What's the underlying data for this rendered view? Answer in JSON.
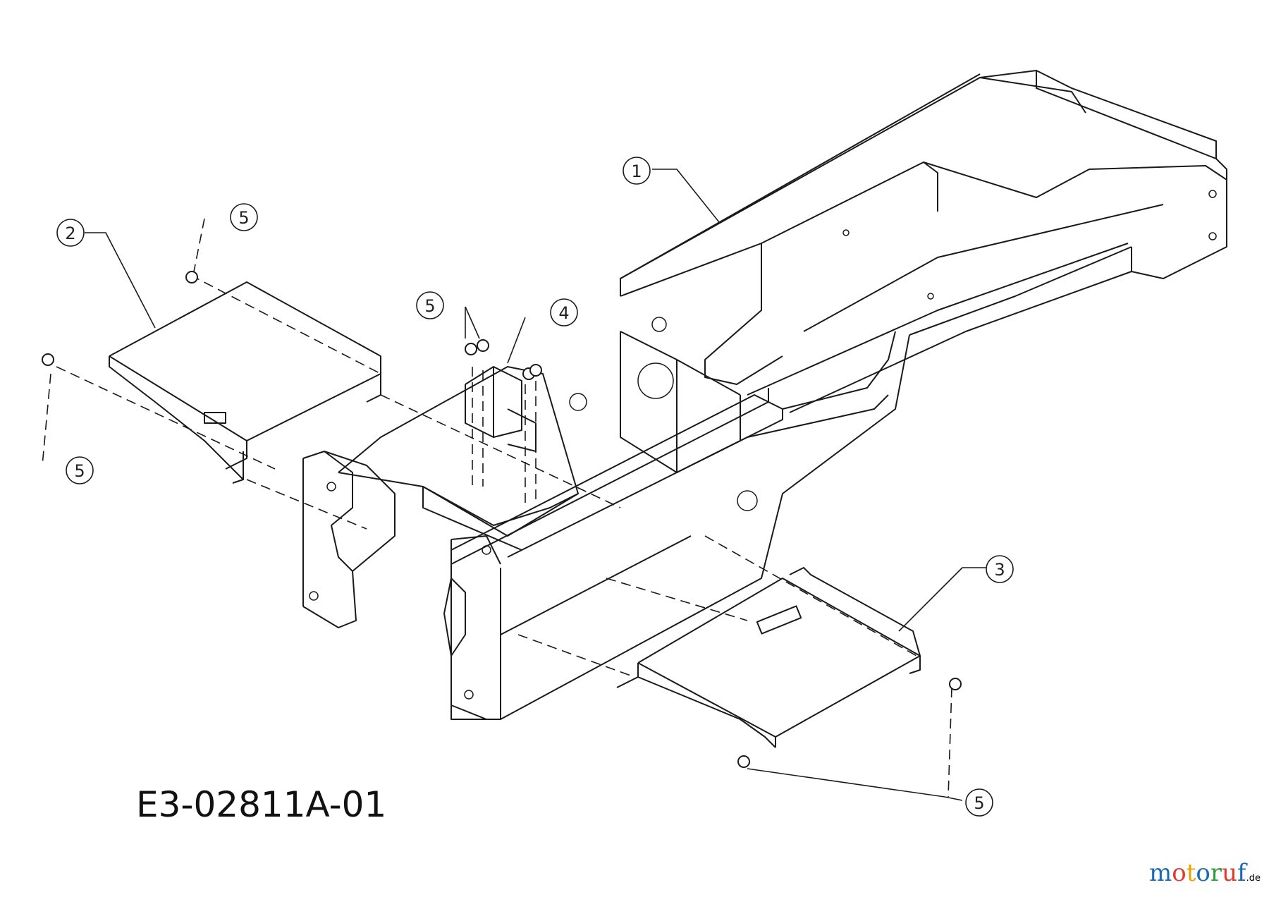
{
  "diagram": {
    "drawing_id": "E3-02811A-01",
    "callouts": [
      {
        "id": "callout-1",
        "label": "1"
      },
      {
        "id": "callout-2",
        "label": "2"
      },
      {
        "id": "callout-3",
        "label": "3"
      },
      {
        "id": "callout-4",
        "label": "4"
      },
      {
        "id": "callout-5a",
        "label": "5"
      },
      {
        "id": "callout-5b",
        "label": "5"
      },
      {
        "id": "callout-5c",
        "label": "5"
      },
      {
        "id": "callout-5d",
        "label": "5"
      }
    ]
  },
  "watermark": {
    "parts": [
      {
        "text": "m",
        "color": "#1a6bb5"
      },
      {
        "text": "o",
        "color": "#e23b2e"
      },
      {
        "text": "t",
        "color": "#f0a100"
      },
      {
        "text": "o",
        "color": "#1a6bb5"
      },
      {
        "text": "r",
        "color": "#2e9e3a"
      },
      {
        "text": "u",
        "color": "#e23b2e"
      },
      {
        "text": "f",
        "color": "#1a6bb5"
      }
    ],
    "suffix": ".de"
  }
}
